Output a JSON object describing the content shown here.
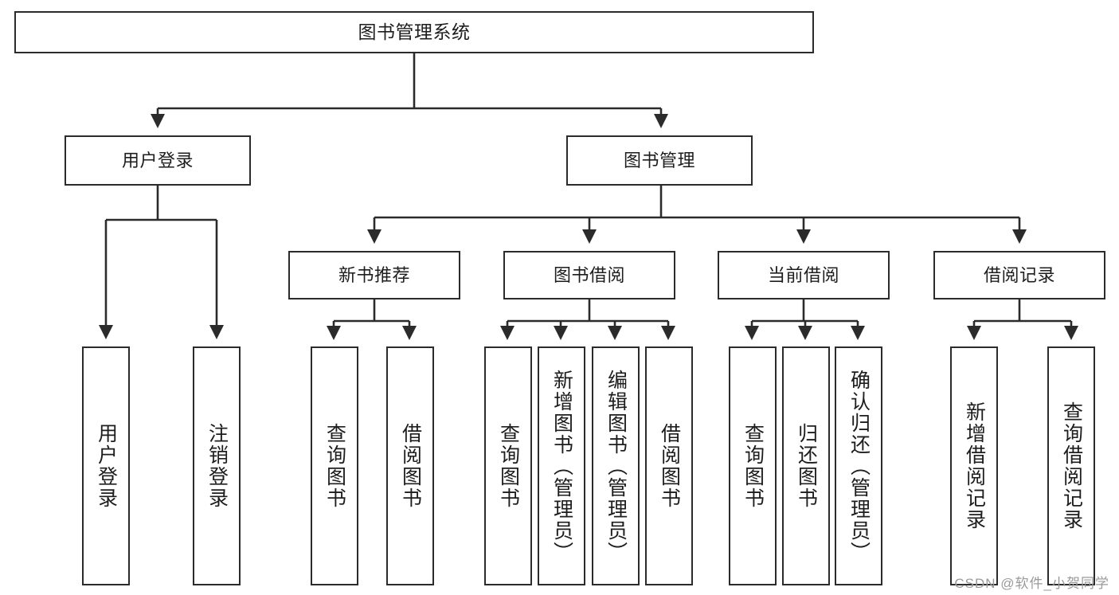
{
  "diagram": {
    "title": "图书管理系统",
    "type": "tree",
    "watermark": "CSDN @软件_小贺同学",
    "colors": {
      "box_border": "#2b2b2b",
      "box_fill": "#ffffff",
      "connector": "#2b2b2b",
      "text": "#1d1d1d",
      "watermark": "#9a9a9a"
    },
    "root": {
      "label": "图书管理系统"
    },
    "level2": [
      {
        "label": "用户登录"
      },
      {
        "label": "图书管理"
      }
    ],
    "level3": [
      {
        "label": "新书推荐"
      },
      {
        "label": "图书借阅"
      },
      {
        "label": "当前借阅"
      },
      {
        "label": "借阅记录"
      }
    ],
    "leaves": {
      "user_login": [
        {
          "label": "用户登录"
        },
        {
          "label": "注销登录"
        }
      ],
      "new_book": [
        {
          "label": "查询图书"
        },
        {
          "label": "借阅图书"
        }
      ],
      "book_borrow": [
        {
          "label": "查询图书"
        },
        {
          "label": "新增图书（管理员）"
        },
        {
          "label": "编辑图书（管理员）"
        },
        {
          "label": "借阅图书"
        }
      ],
      "current_borrow": [
        {
          "label": "查询图书"
        },
        {
          "label": "归还图书"
        },
        {
          "label": "确认归还（管理员）"
        }
      ],
      "borrow_record": [
        {
          "label": "新增借阅记录"
        },
        {
          "label": "查询借阅记录"
        }
      ]
    }
  }
}
